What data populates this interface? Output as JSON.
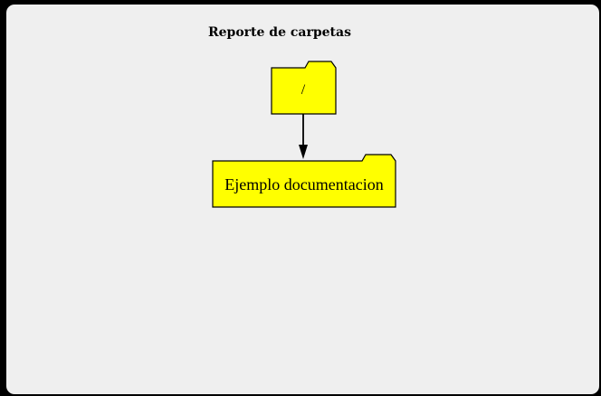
{
  "title": "Reporte de carpetas",
  "nodes": [
    {
      "id": "root",
      "label": "/",
      "shape": "folder",
      "fill": "#ffff00"
    },
    {
      "id": "child",
      "label": "Ejemplo documentacion",
      "shape": "folder",
      "fill": "#ffff00"
    }
  ],
  "edges": [
    {
      "from": "root",
      "to": "child"
    }
  ],
  "colors": {
    "background": "#efefef",
    "frame": "#000000",
    "node_fill": "#ffff00",
    "stroke": "#000000"
  }
}
